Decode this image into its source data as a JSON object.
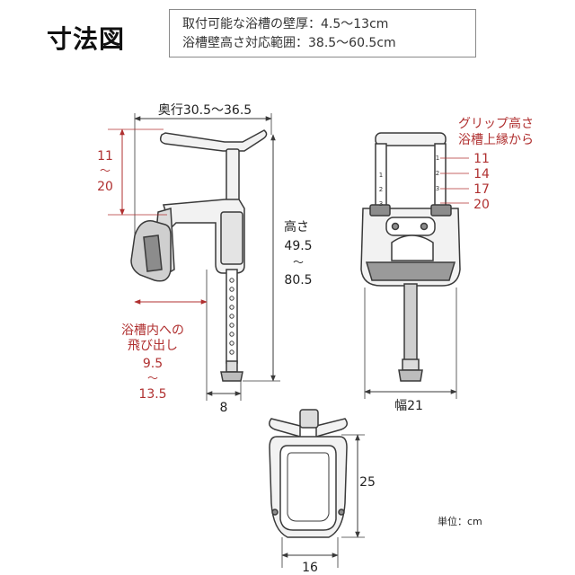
{
  "title": "寸法図",
  "spec_box": {
    "line1": "取付可能な浴槽の壁厚：4.5～13cm",
    "line2": "浴槽壁高さ対応範囲：38.5～60.5cm"
  },
  "side_view": {
    "depth_label": "奥行30.5～36.5",
    "grip_from_rim_label": [
      "11",
      "～",
      "20"
    ],
    "height_label": [
      "高さ",
      "49.5",
      "～",
      "80.5"
    ],
    "protrusion_label": [
      "浴槽内への",
      "飛び出し",
      "9.5",
      "～",
      "13.5"
    ],
    "base_width_label": "8"
  },
  "front_view": {
    "grip_height_title": [
      "グリップ高さ",
      "浴槽上縁から"
    ],
    "grip_heights": [
      "11",
      "14",
      "17",
      "20"
    ],
    "pole_marks": [
      "1",
      "2",
      "3"
    ],
    "width_label": "幅21"
  },
  "top_view": {
    "height_label": "25",
    "width_label": "16"
  },
  "unit_label": "単位：cm",
  "colors": {
    "dimension_red": "#b03030",
    "line_dark": "#3a3a3a",
    "part_fill": "#f2f2f2"
  }
}
